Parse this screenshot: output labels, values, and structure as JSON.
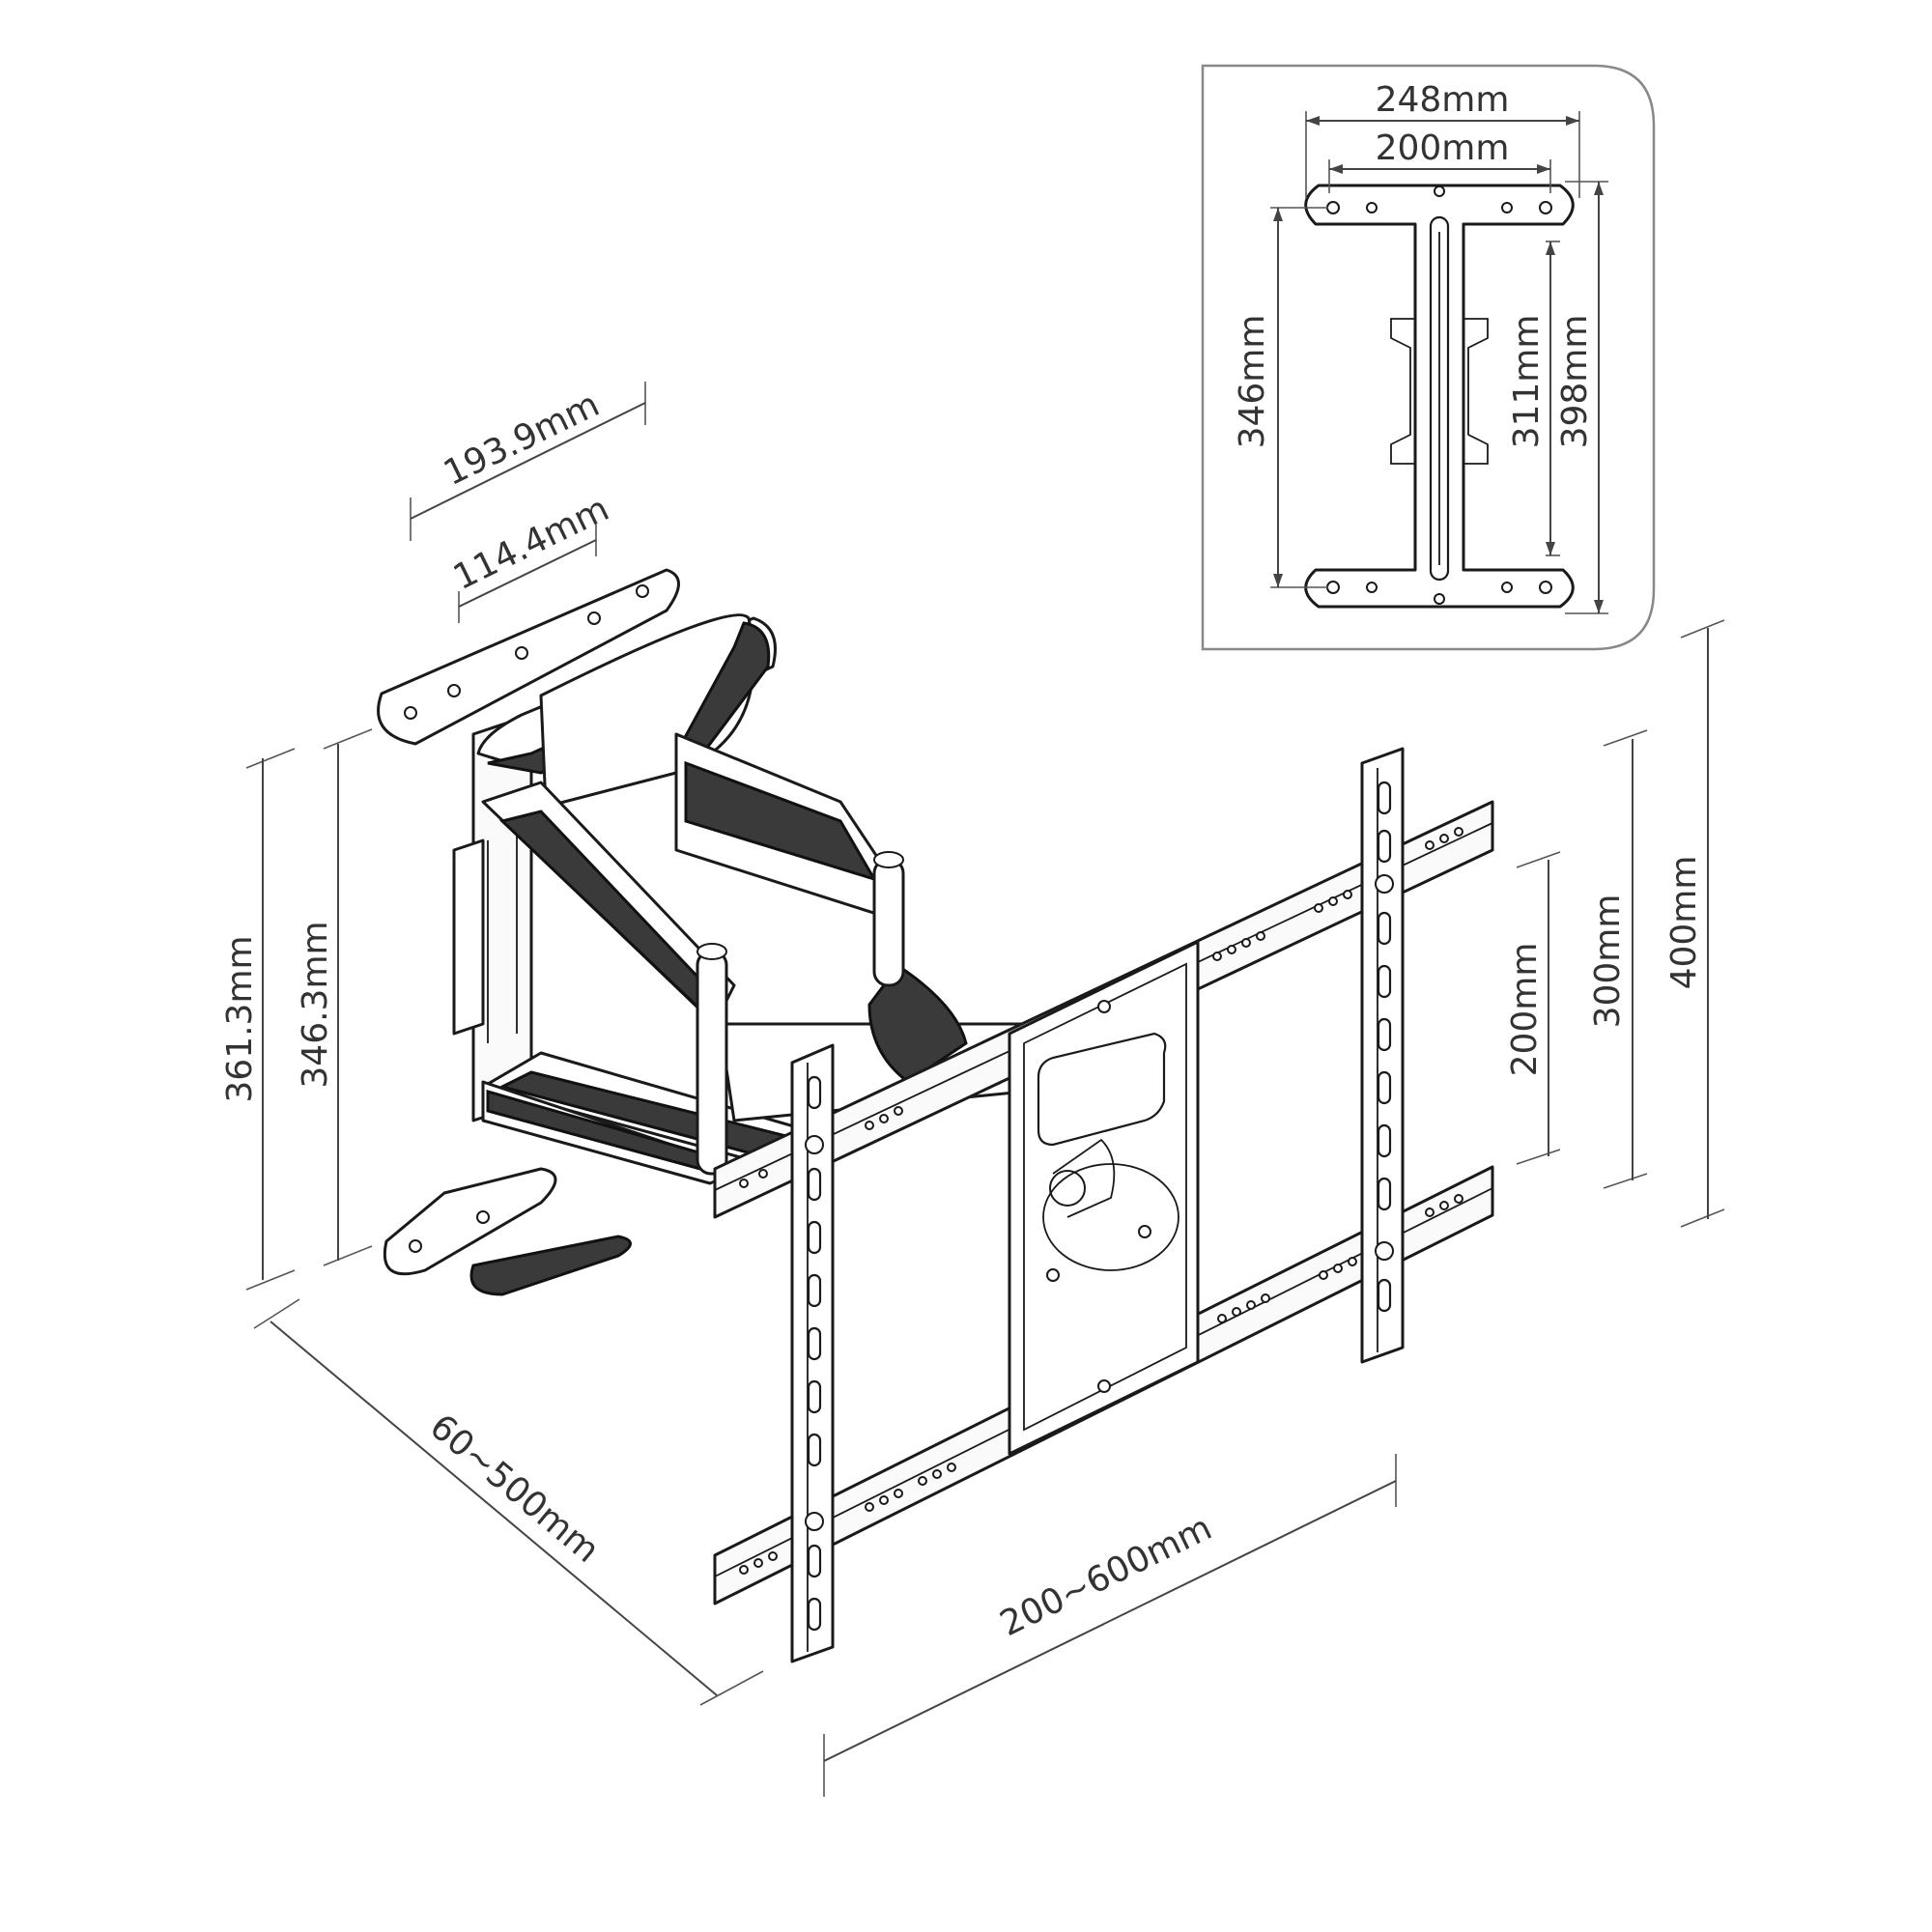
{
  "inset": {
    "width_outer": "248mm",
    "width_inner": "200mm",
    "height_left": "346mm",
    "height_mid": "311mm",
    "height_right": "398mm"
  },
  "main": {
    "plate_width_outer": "193.9mm",
    "plate_width_inner": "114.4mm",
    "height_outer": "361.3mm",
    "height_inner": "346.3mm",
    "extension": "60~500mm",
    "width_range": "200~600mm",
    "vesa_200": "200mm",
    "vesa_300": "300mm",
    "vesa_400": "400mm"
  }
}
